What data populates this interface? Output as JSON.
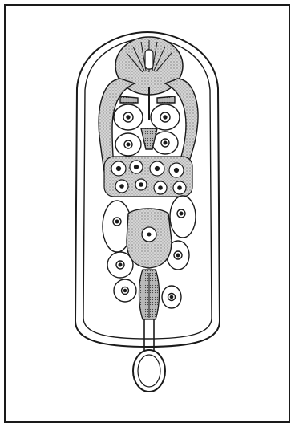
{
  "figure": {
    "kind": "scientific-line-drawing",
    "subject": "organism-with-internal-cells",
    "colors": {
      "background": "#ffffff",
      "ink": "#1a1a1a",
      "stipple_fill": "#c8c8c8",
      "light_fill": "#e2e2e2"
    },
    "texture": "stippled"
  }
}
